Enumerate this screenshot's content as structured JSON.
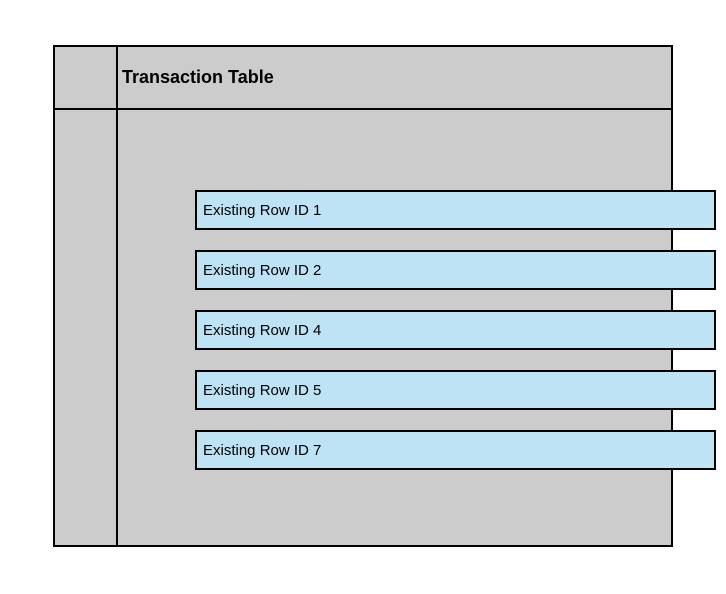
{
  "diagram": {
    "title": "Transaction Table",
    "rows": [
      {
        "label": "Existing Row ID 1"
      },
      {
        "label": "Existing Row ID 2"
      },
      {
        "label": "Existing Row ID 4"
      },
      {
        "label": "Existing Row ID 5"
      },
      {
        "label": "Existing Row ID 7"
      }
    ],
    "colors": {
      "page_background": "#ffffff",
      "container_fill": "#cccccc",
      "row_fill": "#bee3f5",
      "border": "#000000",
      "text": "#000000"
    }
  }
}
